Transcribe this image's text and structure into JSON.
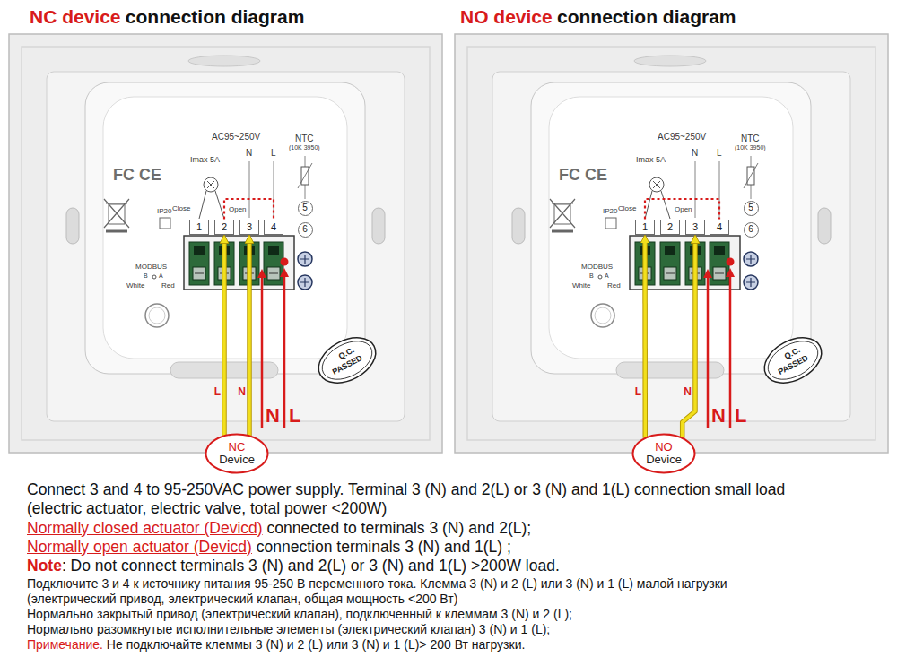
{
  "diagram": {
    "nodes": [
      {
        "text": [
          "1"
        ]
      },
      {
        "text": [
          "2"
        ]
      },
      {
        "text": [
          "3"
        ]
      },
      {
        "text": [
          "4"
        ]
      },
      {
        "text": [
          "5"
        ]
      },
      {
        "text": [
          "6"
        ]
      },
      {
        "text": [
          "NC Device"
        ]
      },
      {
        "text": [
          "1"
        ]
      },
      {
        "text": [
          "2"
        ]
      },
      {
        "text": [
          "3"
        ]
      },
      {
        "text": [
          "4"
        ]
      },
      {
        "text": [
          "5"
        ]
      },
      {
        "text": [
          "6"
        ]
      },
      {
        "text": [
          "NO Device"
        ]
      }
    ],
    "edges": [
      {
        "from": 6,
        "to": 1,
        "arrow": "to",
        "label": "L"
      },
      {
        "from": 6,
        "to": 2,
        "arrow": "to",
        "label": "N"
      },
      {
        "from": 1,
        "to": 3,
        "arrow": "none"
      },
      {
        "from": 13,
        "to": 7,
        "arrow": "to",
        "label": "L"
      },
      {
        "from": 13,
        "to": 9,
        "arrow": "to",
        "label": "N"
      },
      {
        "from": 7,
        "to": 10,
        "arrow": "none"
      }
    ],
    "labels": [
      "NC device",
      "connection diagram",
      "NO device",
      "connection diagram",
      "AC95~250V",
      "Imax 5A",
      "N",
      "L",
      "NTC",
      "(10K 3950)",
      "Close",
      "Open",
      "FC",
      "CE",
      "IP20",
      "MODBUS",
      "B",
      "A",
      "White",
      "Red",
      "N",
      "L",
      "Q.C.",
      "PASSED",
      "AC95~250V",
      "Imax 5A",
      "N",
      "L",
      "NTC",
      "(10K 3950)",
      "Close",
      "Open",
      "FC",
      "CE",
      "IP20",
      "MODBUS",
      "B",
      "A",
      "White",
      "Red",
      "N",
      "L",
      "Q.C.",
      "PASSED",
      "Connect 3 and 4 to 95-250VAC power supply. Terminal 3 (N) and 2(L) or 3 (N) and 1(L) connection small load",
      "(electric actuator, electric valve, total power <200W)",
      "Normally closed actuator (Devicd)",
      "connected to terminals 3 (N) and 2(L);",
      "Normally open actuator (Devicd)",
      "connection terminals 3 (N) and 1(L) ;",
      "Note",
      ": Do not connect terminals 3 (N) and 2(L) or 3 (N) and 1(L) >200W load.",
      "Подключите 3 и 4 к источнику питания 95-250 В переменного тока. Клемма 3 (N) и 2 (L) или 3 (N) и 1 (L) малой нагрузки",
      "(электрический привод, электрический клапан, общая мощность <200 Вт)",
      "Нормально закрытый привод (электрический клапан), подключенный к клеммам 3 (N) и 2 (L);",
      "Нормально разомкнутые исполнительные элементы (электрический клапан) 3 (N) и 1 (L);",
      "Примечание.",
      "Не подключайте клеммы 3 (N) и 2 (L) или 3 (N) и 1 (L)> 200 Вт нагрузки."
    ]
  }
}
